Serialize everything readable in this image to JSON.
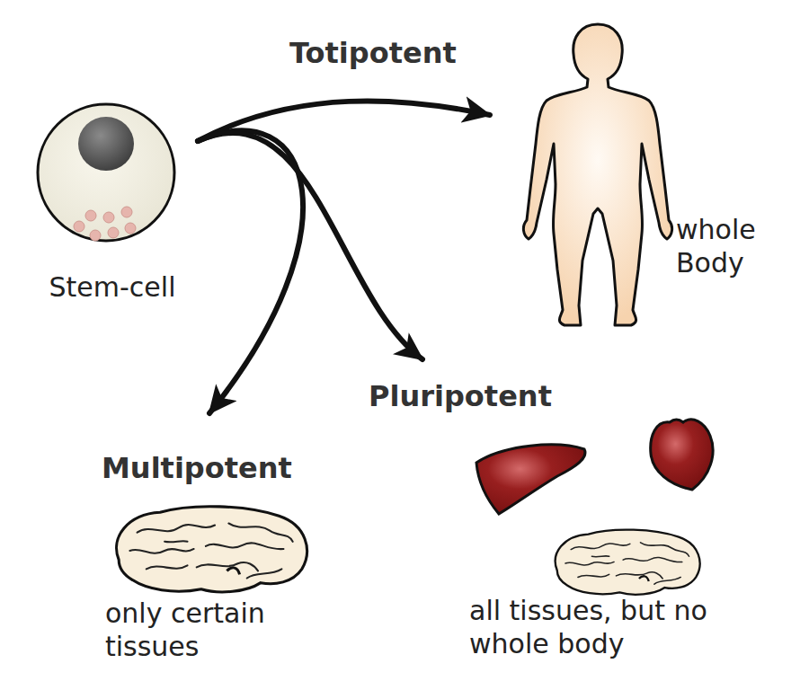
{
  "diagram": {
    "nodes": [
      {
        "text": [
          "Stem-cell"
        ]
      },
      {
        "text": [
          "whole Body"
        ]
      },
      {
        "text": [
          "Multipotent",
          "only certain tissues"
        ]
      },
      {
        "text": [
          "Pluripotent",
          "all tissues, but no whole body"
        ]
      }
    ],
    "edges": [
      {
        "from": 0,
        "to": 1,
        "label": "Totipotent",
        "arrow": "to"
      },
      {
        "from": 0,
        "to": 2,
        "arrow": "to"
      },
      {
        "from": 0,
        "to": 3,
        "arrow": "to"
      }
    ]
  }
}
